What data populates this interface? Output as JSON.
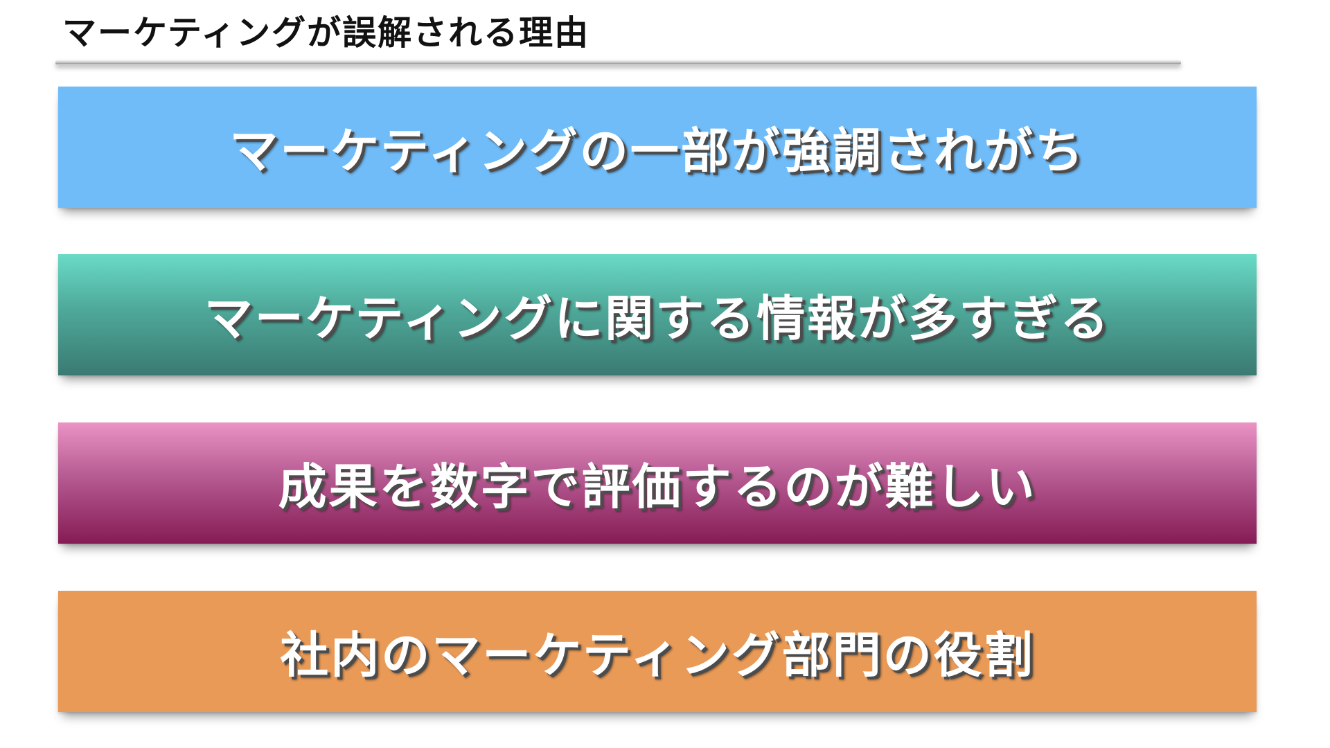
{
  "slide": {
    "title": "マーケティングが誤解される理由",
    "items": [
      {
        "label": "マーケティングの一部が強調されがち",
        "color": "#70bcf8"
      },
      {
        "label": "マーケティングに関する情報が多すぎる",
        "color": "#4fa99a"
      },
      {
        "label": "成果を数字で評価するのが難しい",
        "color": "#b65a92"
      },
      {
        "label": "社内のマーケティング部門の役割",
        "color": "#e99a57"
      }
    ]
  }
}
